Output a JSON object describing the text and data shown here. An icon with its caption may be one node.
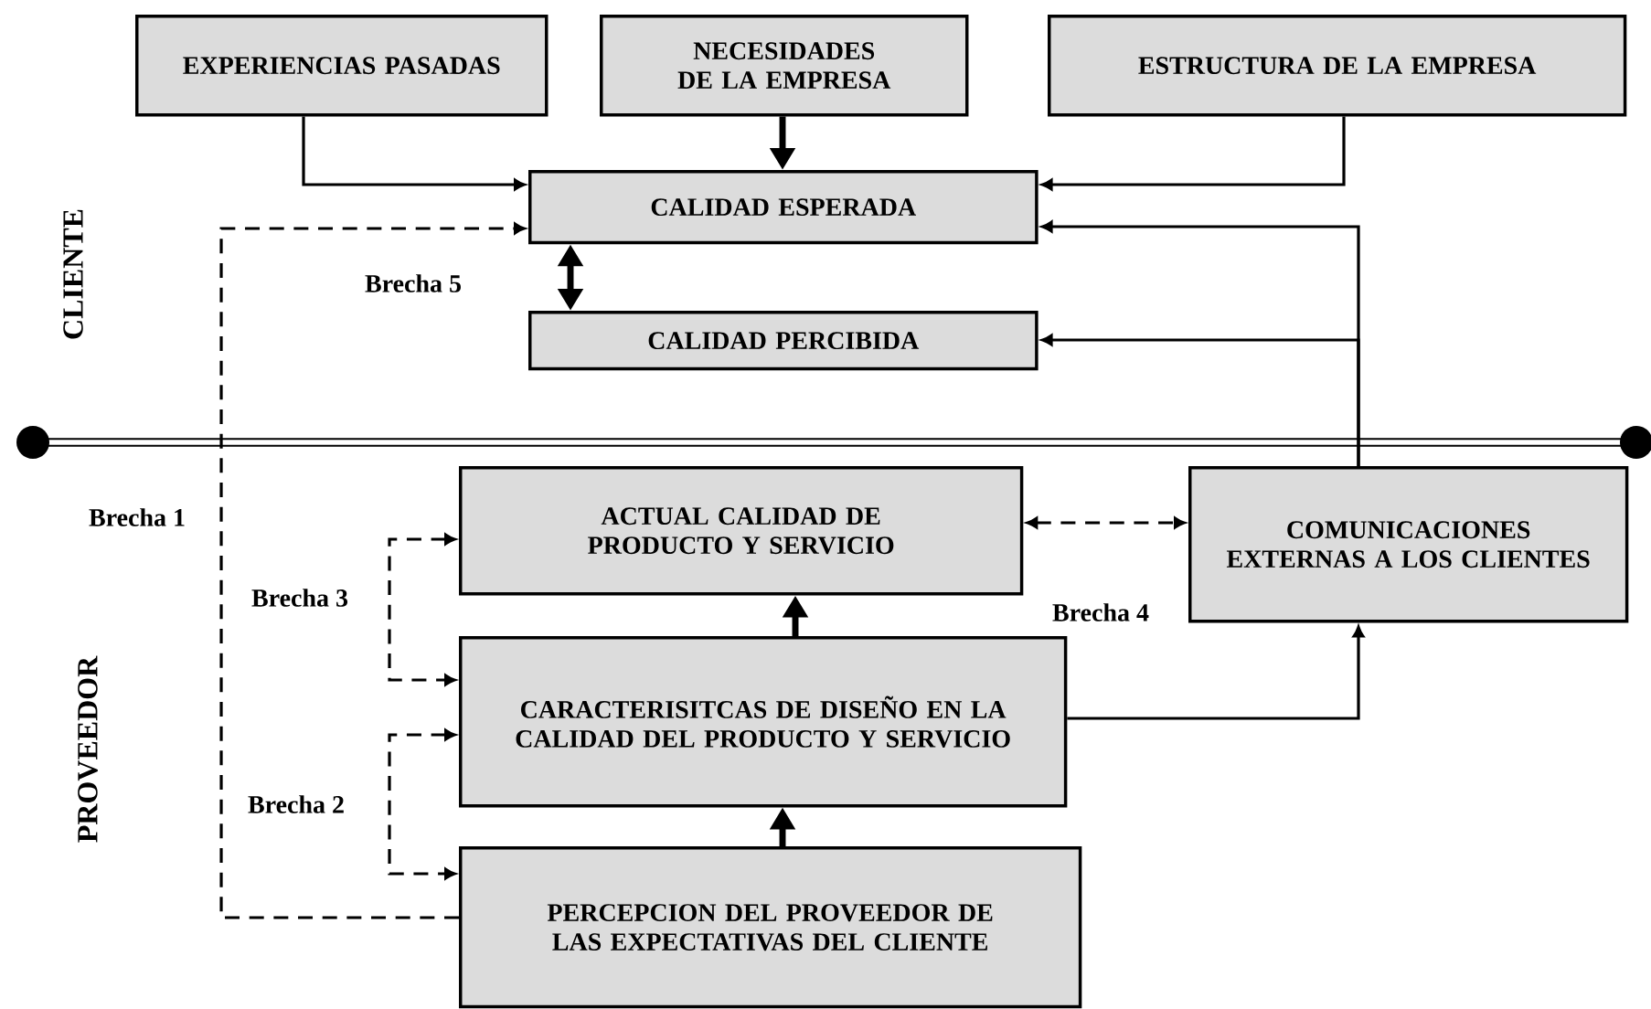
{
  "diagram": {
    "nodes": [
      {
        "text": [
          "EXPERIENCIAS PASADAS"
        ]
      },
      {
        "text": [
          "NECESIDADES DE LA EMPRESA"
        ]
      },
      {
        "text": [
          "ESTRUCTURA DE LA EMPRESA"
        ]
      },
      {
        "text": [
          "CALIDAD ESPERADA"
        ]
      },
      {
        "text": [
          "CALIDAD PERCIBIDA"
        ]
      },
      {
        "text": [
          "ACTUAL CALIDAD DE PRODUCTO Y SERVICIO"
        ]
      },
      {
        "text": [
          "COMUNICACIONES EXTERNAS A LOS CLIENTES"
        ]
      },
      {
        "text": [
          "CARACTERISITCAS DE DISEÑO EN LA CALIDAD DEL PRODUCTO Y SERVICIO"
        ]
      },
      {
        "text": [
          "PERCEPCION DEL PROVEEDOR DE LAS EXPECTATIVAS DEL CLIENTE"
        ]
      }
    ],
    "edges": [
      {
        "from": 0,
        "to": 3,
        "arrow": "to"
      },
      {
        "from": 1,
        "to": 3,
        "arrow": "to",
        "style": "thick"
      },
      {
        "from": 2,
        "to": 3,
        "arrow": "to"
      },
      {
        "from": 6,
        "to": 3,
        "arrow": "to"
      },
      {
        "from": 6,
        "to": 4,
        "arrow": "to"
      },
      {
        "from": 3,
        "to": 4,
        "arrow": "both",
        "style": "thick",
        "label": "Brecha  5"
      },
      {
        "from": 8,
        "to": 3,
        "arrow": "to",
        "style": "dashed",
        "label": "Brecha  1"
      },
      {
        "from": 5,
        "to": 7,
        "arrow": "both",
        "style": "dashed",
        "label": "Brecha 3"
      },
      {
        "from": 7,
        "to": 8,
        "arrow": "both",
        "style": "dashed",
        "label": "Brecha 2"
      },
      {
        "from": 5,
        "to": 6,
        "arrow": "both",
        "style": "dashed",
        "label": "Brecha  4"
      },
      {
        "from": 7,
        "to": 6,
        "arrow": "to"
      },
      {
        "from": 8,
        "to": 7,
        "arrow": "to",
        "style": "thick"
      },
      {
        "from": 7,
        "to": 5,
        "arrow": "to",
        "style": "thick"
      }
    ],
    "labels": [
      "CLIENTE",
      "PROVEEDOR"
    ]
  }
}
